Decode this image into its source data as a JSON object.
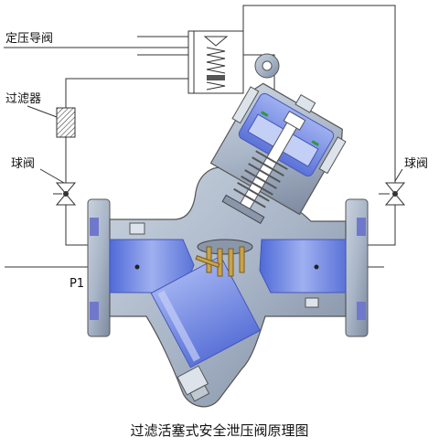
{
  "labels": {
    "pilot_valve": "定压导阀",
    "filter": "过滤器",
    "ball_valve_left": "球阀",
    "ball_valve_right": "球阀",
    "p1": "P1"
  },
  "caption": "过滤活塞式安全泄压阀原理图",
  "colors": {
    "body_steel": "#a9b6c8",
    "inner_blue": "#7f95e8",
    "flange_accent": "#7078cc",
    "line": "#333333"
  }
}
